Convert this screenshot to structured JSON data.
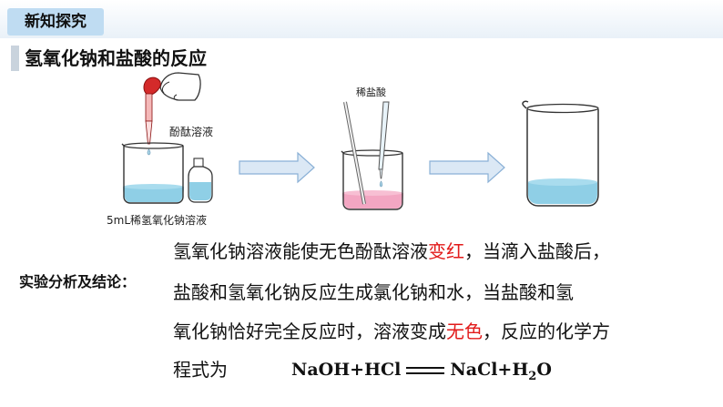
{
  "header": {
    "section_label": "新知探究"
  },
  "topic": {
    "title": "氢氧化钠和盐酸的反应"
  },
  "illustration": {
    "indicator_label": "酚酞溶液",
    "naoh_label": "5mL稀氢氧化钠溶液",
    "acid_label": "稀盐酸",
    "colors": {
      "blue_solution": "#8fcfe6",
      "pink_solution": "#f3a6c2",
      "arrow_fill": "#dbe8f5",
      "arrow_stroke": "#8ab0d6",
      "red_bulb": "#d42a2a"
    }
  },
  "analysis": {
    "label": "实验分析及结论：",
    "line1_a": "氢氧化钠溶液能使无色酚酞溶液",
    "line1_red": "变红",
    "line1_b": "，当滴入盐酸后，",
    "line2": "盐酸和氢氧化钠反应生成氯化钠和水，当盐酸和氢",
    "line3_a": "氧化钠恰好完全反应时，溶液变成",
    "line3_red": "无色",
    "line3_b": "，反应的化学方",
    "line4": "程式为",
    "accent_color": "#e21a1a"
  },
  "equation": {
    "reactants": "NaOH+HCl",
    "products_a": "NaCl+H",
    "sub": "2",
    "products_b": "O"
  }
}
